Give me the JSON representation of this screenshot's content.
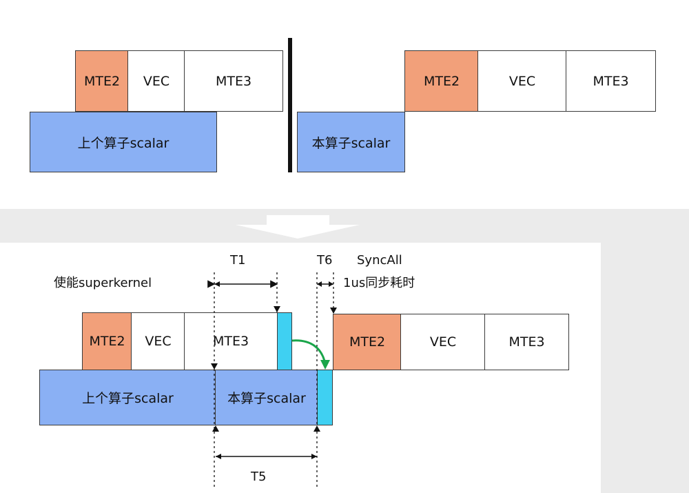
{
  "top": {
    "left_group": {
      "mte2": "MTE2",
      "vec": "VEC",
      "mte3": "MTE3",
      "scalar": "上个算子scalar"
    },
    "right_group": {
      "mte2": "MTE2",
      "vec": "VEC",
      "mte3": "MTE3",
      "scalar": "本算子scalar"
    }
  },
  "bottom": {
    "caption": "使能superkernel",
    "t1_label": "T1",
    "t6_label": "T6",
    "syncall_label": "SyncAll",
    "sync_cost_label": "1us同步耗时",
    "t5_label": "T5",
    "left_group": {
      "mte2": "MTE2",
      "vec": "VEC",
      "mte3": "MTE3",
      "prev_scalar": "上个算子scalar",
      "cur_scalar": "本算子scalar"
    },
    "right_group": {
      "mte2": "MTE2",
      "vec": "VEC",
      "mte3": "MTE3"
    }
  },
  "colors": {
    "orange": "#f2a07a",
    "blue": "#8ab0f4",
    "cyan": "#3fd0f2",
    "arrow_green": "#1aa54a"
  }
}
